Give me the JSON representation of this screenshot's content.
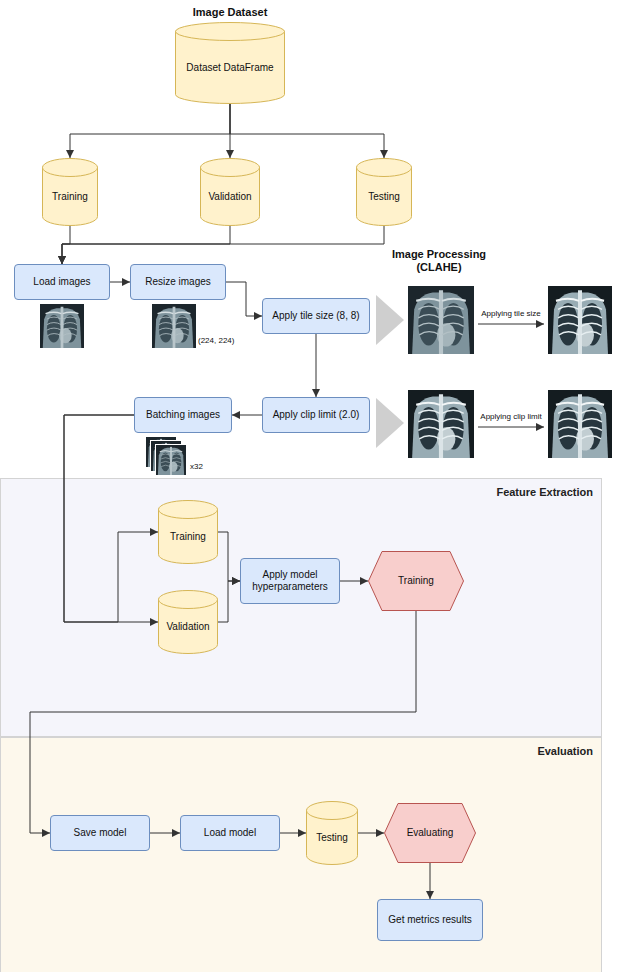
{
  "diagram": {
    "nodes": [
      {
        "text": [
          "Dataset DataFrame"
        ]
      },
      {
        "text": [
          "Training"
        ]
      },
      {
        "text": [
          "Validation"
        ]
      },
      {
        "text": [
          "Testing"
        ]
      },
      {
        "text": [
          "Load images"
        ]
      },
      {
        "text": [
          "Resize images"
        ]
      },
      {
        "text": [
          "Apply tile size (8, 8)"
        ]
      },
      {
        "text": [
          "Apply clip limit (2.0)"
        ]
      },
      {
        "text": [
          "Batching images"
        ]
      },
      {
        "text": [
          "Feature Extraction"
        ]
      },
      {
        "text": [
          "Training"
        ],
        "in": 9
      },
      {
        "text": [
          "Validation"
        ],
        "in": 9
      },
      {
        "text": [
          "Apply model hyperparameters"
        ],
        "in": 9
      },
      {
        "text": [
          "Training"
        ],
        "in": 9
      },
      {
        "text": [
          "Evaluation"
        ]
      },
      {
        "text": [
          "Save model"
        ],
        "in": 14
      },
      {
        "text": [
          "Load model"
        ],
        "in": 14
      },
      {
        "text": [
          "Testing"
        ],
        "in": 14
      },
      {
        "text": [
          "Evaluating"
        ],
        "in": 14
      },
      {
        "text": [
          "Get metrics results"
        ],
        "in": 14
      }
    ],
    "edges": [
      {
        "from": 0,
        "to": 1,
        "arrow": "to"
      },
      {
        "from": 0,
        "to": 2,
        "arrow": "to"
      },
      {
        "from": 0,
        "to": 3,
        "arrow": "to"
      },
      {
        "from": 1,
        "to": 4,
        "arrow": "to"
      },
      {
        "from": 2,
        "to": 4,
        "arrow": "to"
      },
      {
        "from": 3,
        "to": 4,
        "arrow": "to"
      },
      {
        "from": 4,
        "to": 5,
        "arrow": "to"
      },
      {
        "from": 5,
        "to": 6,
        "arrow": "to"
      },
      {
        "from": 6,
        "to": 7,
        "arrow": "to"
      },
      {
        "from": 7,
        "to": 8,
        "arrow": "to"
      },
      {
        "from": 8,
        "to": 10,
        "arrow": "to"
      },
      {
        "from": 8,
        "to": 11,
        "arrow": "to"
      },
      {
        "from": 10,
        "to": 12,
        "arrow": "to"
      },
      {
        "from": 11,
        "to": 12,
        "arrow": "to"
      },
      {
        "from": 12,
        "to": 13,
        "arrow": "to"
      },
      {
        "from": 13,
        "to": 15,
        "arrow": "to"
      },
      {
        "from": 15,
        "to": 16,
        "arrow": "to"
      },
      {
        "from": 16,
        "to": 17,
        "arrow": "to"
      },
      {
        "from": 17,
        "to": 18,
        "arrow": "to"
      },
      {
        "from": 18,
        "to": 19,
        "arrow": "to"
      }
    ],
    "labels": [
      "Image Dataset",
      "(224, 224)",
      "Image Processing (CLAHE)",
      "Applying tile size",
      "Applying clip limit",
      "x32"
    ]
  }
}
